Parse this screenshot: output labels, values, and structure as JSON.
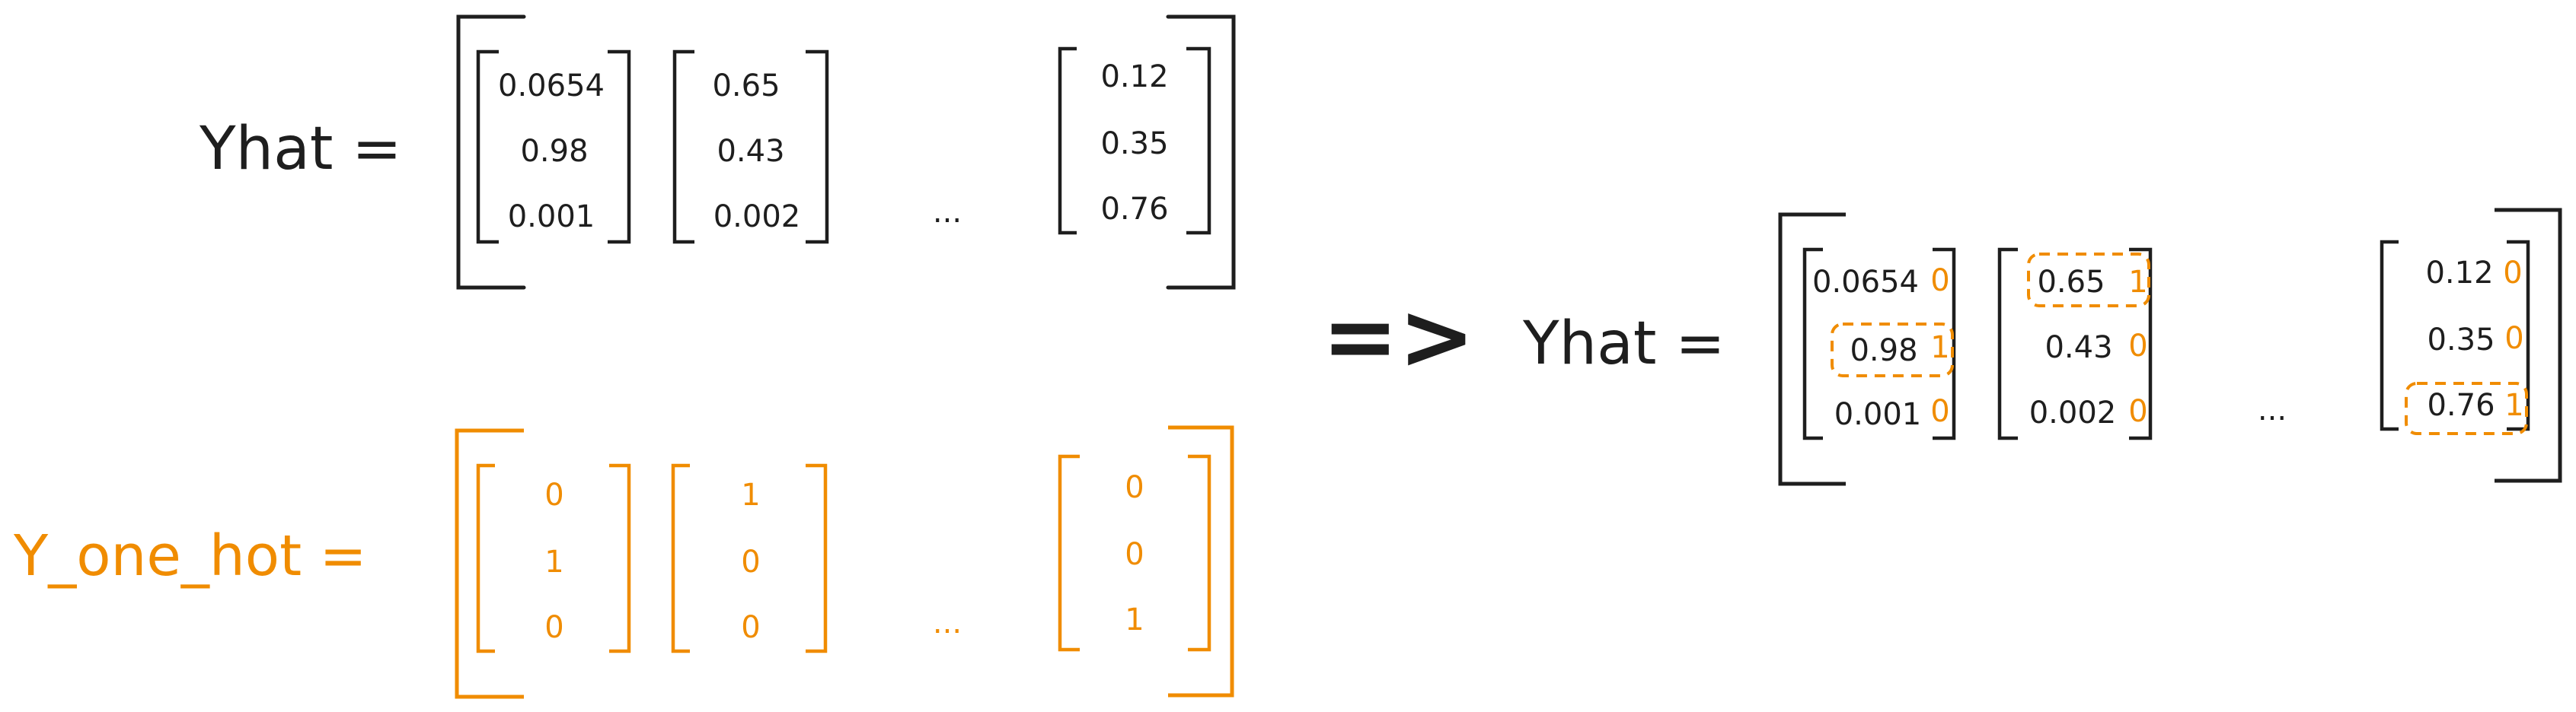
{
  "top_left": {
    "label": "Yhat =",
    "columns": [
      [
        "0.0654",
        "0.98",
        "0.001"
      ],
      [
        "0.65",
        "0.43",
        "0.002"
      ],
      [
        "0.12",
        "0.35",
        "0.76"
      ]
    ],
    "ellipsis": "..."
  },
  "bottom_left": {
    "label": "Y_one_hot =",
    "columns": [
      [
        "0",
        "1",
        "0"
      ],
      [
        "1",
        "0",
        "0"
      ],
      [
        "0",
        "0",
        "1"
      ]
    ],
    "ellipsis": "..."
  },
  "arrow": "=>",
  "right": {
    "label": "Yhat =",
    "columns": [
      {
        "values": [
          "0.0654",
          "0.98",
          "0.001"
        ],
        "onehot": [
          "0",
          "1",
          "0"
        ],
        "highlight_index": 1
      },
      {
        "values": [
          "0.65",
          "0.43",
          "0.002"
        ],
        "onehot": [
          "1",
          "0",
          "0"
        ],
        "highlight_index": 0
      },
      {
        "values": [
          "0.12",
          "0.35",
          "0.76"
        ],
        "onehot": [
          "0",
          "0",
          "1"
        ],
        "highlight_index": 2
      }
    ],
    "ellipsis": "..."
  },
  "colors": {
    "ink": "#1e1e1e",
    "accent": "#f08c00"
  }
}
